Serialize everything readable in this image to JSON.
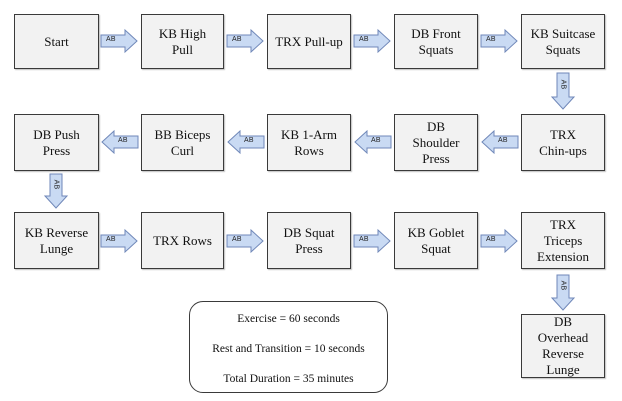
{
  "steps": [
    {
      "label": "Start"
    },
    {
      "label": "KB High\nPull"
    },
    {
      "label": "TRX Pull-up"
    },
    {
      "label": "DB Front\nSquats"
    },
    {
      "label": "KB Suitcase\nSquats"
    },
    {
      "label": "TRX\nChin-ups"
    },
    {
      "label": "DB\nShoulder\nPress"
    },
    {
      "label": "KB 1-Arm\nRows"
    },
    {
      "label": "BB Biceps\nCurl"
    },
    {
      "label": "DB Push\nPress"
    },
    {
      "label": "KB Reverse\nLunge"
    },
    {
      "label": "TRX Rows"
    },
    {
      "label": "DB Squat\nPress"
    },
    {
      "label": "KB Goblet\nSquat"
    },
    {
      "label": "TRX\nTriceps\nExtension"
    },
    {
      "label": "DB\nOverhead\nReverse\nLunge"
    }
  ],
  "arrow_label": "AB",
  "info": {
    "exercise": "Exercise = 60 seconds",
    "rest": "Rest and Transition = 10 seconds",
    "total": "Total Duration = 35 minutes"
  },
  "colors": {
    "box_fill": "#f2f2f2",
    "box_border": "#3a3a3a",
    "arrow_fill": "#c9daf3",
    "arrow_stroke": "#6f87b8"
  }
}
